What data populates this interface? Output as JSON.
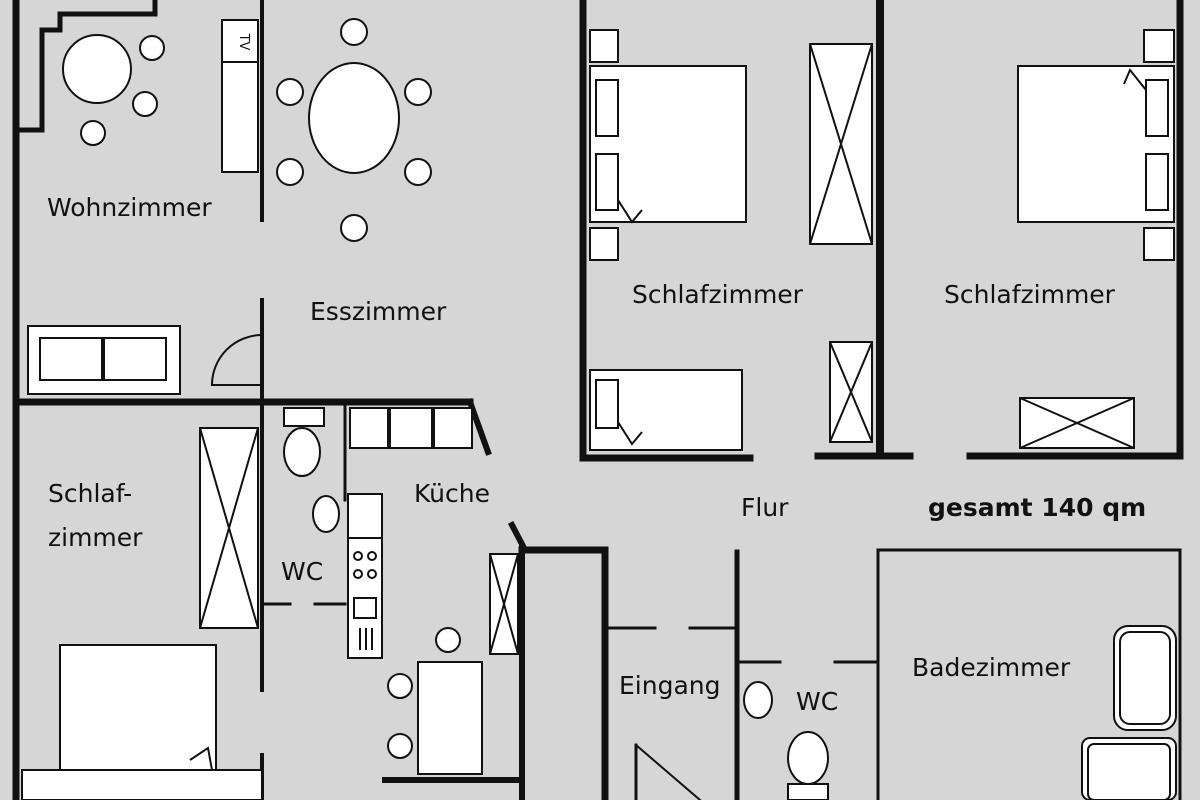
{
  "rooms": {
    "wohnzimmer": "Wohnzimmer",
    "esszimmer": "Esszimmer",
    "schlafzimmer_1": "Schlafzimmer",
    "schlafzimmer_2": "Schlafzimmer",
    "schlafzimmer_3_line1": "Schlaf-",
    "schlafzimmer_3_line2": "zimmer",
    "kueche": "Küche",
    "flur": "Flur",
    "wc_1": "WC",
    "wc_2": "WC",
    "eingang": "Eingang",
    "badezimmer": "Badezimmer"
  },
  "summary": {
    "total_area": "gesamt 140 qm"
  },
  "furniture": {
    "tv_label": "TV"
  },
  "colors": {
    "background": "#d6d6d6",
    "wall": "#111111",
    "furniture_fill": "#ffffff"
  }
}
